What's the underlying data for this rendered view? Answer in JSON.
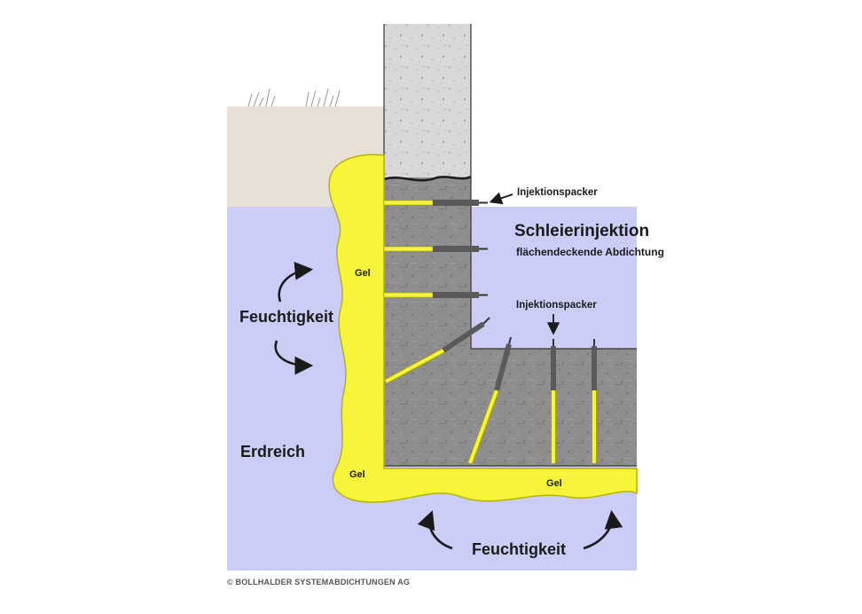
{
  "labels": {
    "packer_top": "Injektionspacker",
    "packer_mid": "Injektionspacker",
    "title": "Schleierinjektion",
    "subtitle": "flächendeckende Abdichtung",
    "moisture_left": "Feuchtigkeit",
    "moisture_bottom": "Feuchtigkeit",
    "soil": "Erdreich",
    "gel_wall": "Gel",
    "gel_corner": "Gel",
    "gel_floor": "Gel",
    "copyright": "© BOLLHALDER SYSTEMABDICHTUNGEN AG"
  },
  "colors": {
    "soil_blue": "#cbcdf6",
    "ground_beige": "#e8dfd6",
    "gel_yellow": "#f7f53a",
    "gel_outline": "#b9b400",
    "concrete_light": "#d6d6d6",
    "concrete_dark": "#8f8f8f",
    "packer": "#5a5a5a"
  }
}
